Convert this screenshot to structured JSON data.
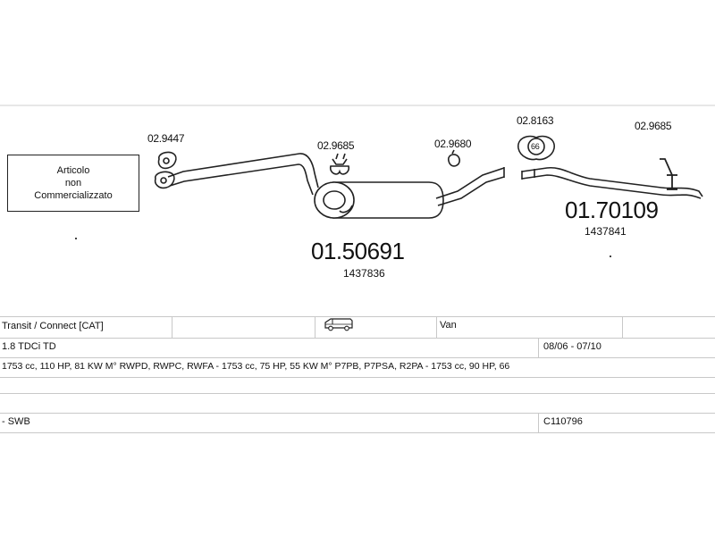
{
  "note": {
    "line1": "Articolo",
    "line2": "non",
    "line3": "Commercializzato"
  },
  "parts": {
    "gasket_left": "02.9447",
    "hanger_mid": "02.9685",
    "hanger_center": "02.9680",
    "clamp": "02.8163",
    "clamp_badge": "66",
    "hanger_right": "02.9685",
    "middle_silencer": {
      "code": "01.50691",
      "ref": "1437836"
    },
    "rear_silencer": {
      "code": "01.70109",
      "ref": "1437841"
    }
  },
  "vehicle": {
    "model": "Transit / Connect  [CAT]",
    "icon": "van-icon",
    "body": "Van",
    "engine": "1.8 TDCi TD",
    "years": "08/06 - 07/10",
    "specs": "1753 cc, 110 HP, 81 KW M° RWPD, RWPC, RWFA - 1753 cc, 75 HP, 55 KW M° P7PB, P7PSA, R2PA - 1753 cc, 90 HP, 66",
    "wheelbase": "- SWB",
    "catalog_code": "C110796"
  }
}
